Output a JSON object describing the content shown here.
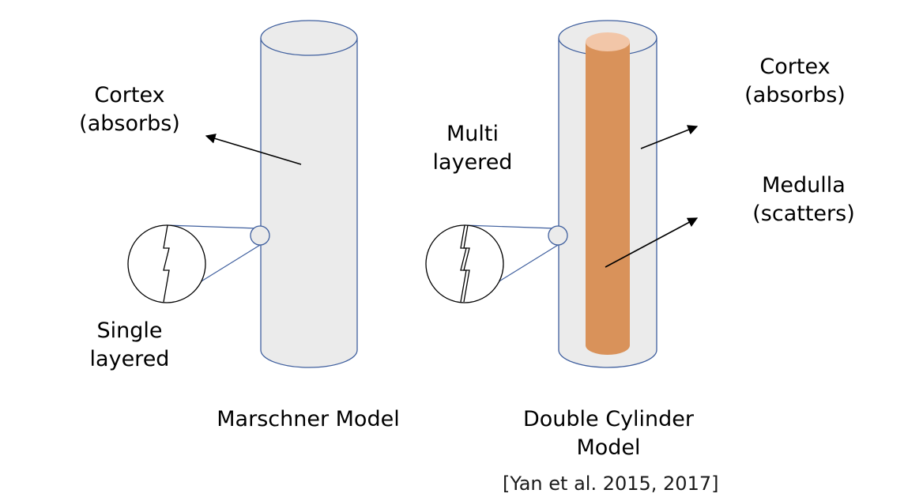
{
  "left_model": {
    "title": "Marschner Model",
    "cortex_label": [
      "Cortex",
      "(absorbs)"
    ],
    "layer_label": [
      "Single",
      "layered"
    ]
  },
  "right_model": {
    "title": [
      "Double Cylinder",
      "Model"
    ],
    "cortex_label": [
      "Cortex",
      "(absorbs)"
    ],
    "medulla_label": [
      "Medulla",
      "(scatters)"
    ],
    "layer_label": [
      "Multi",
      "layered"
    ],
    "citation": "[Yan et al. 2015, 2017]"
  },
  "colors": {
    "cortex_fill": "#ebebeb",
    "outline": "#3f5f9e",
    "medulla_fill": "#d9925a",
    "medulla_top": "#f2c6a8",
    "arrow": "#000000"
  }
}
